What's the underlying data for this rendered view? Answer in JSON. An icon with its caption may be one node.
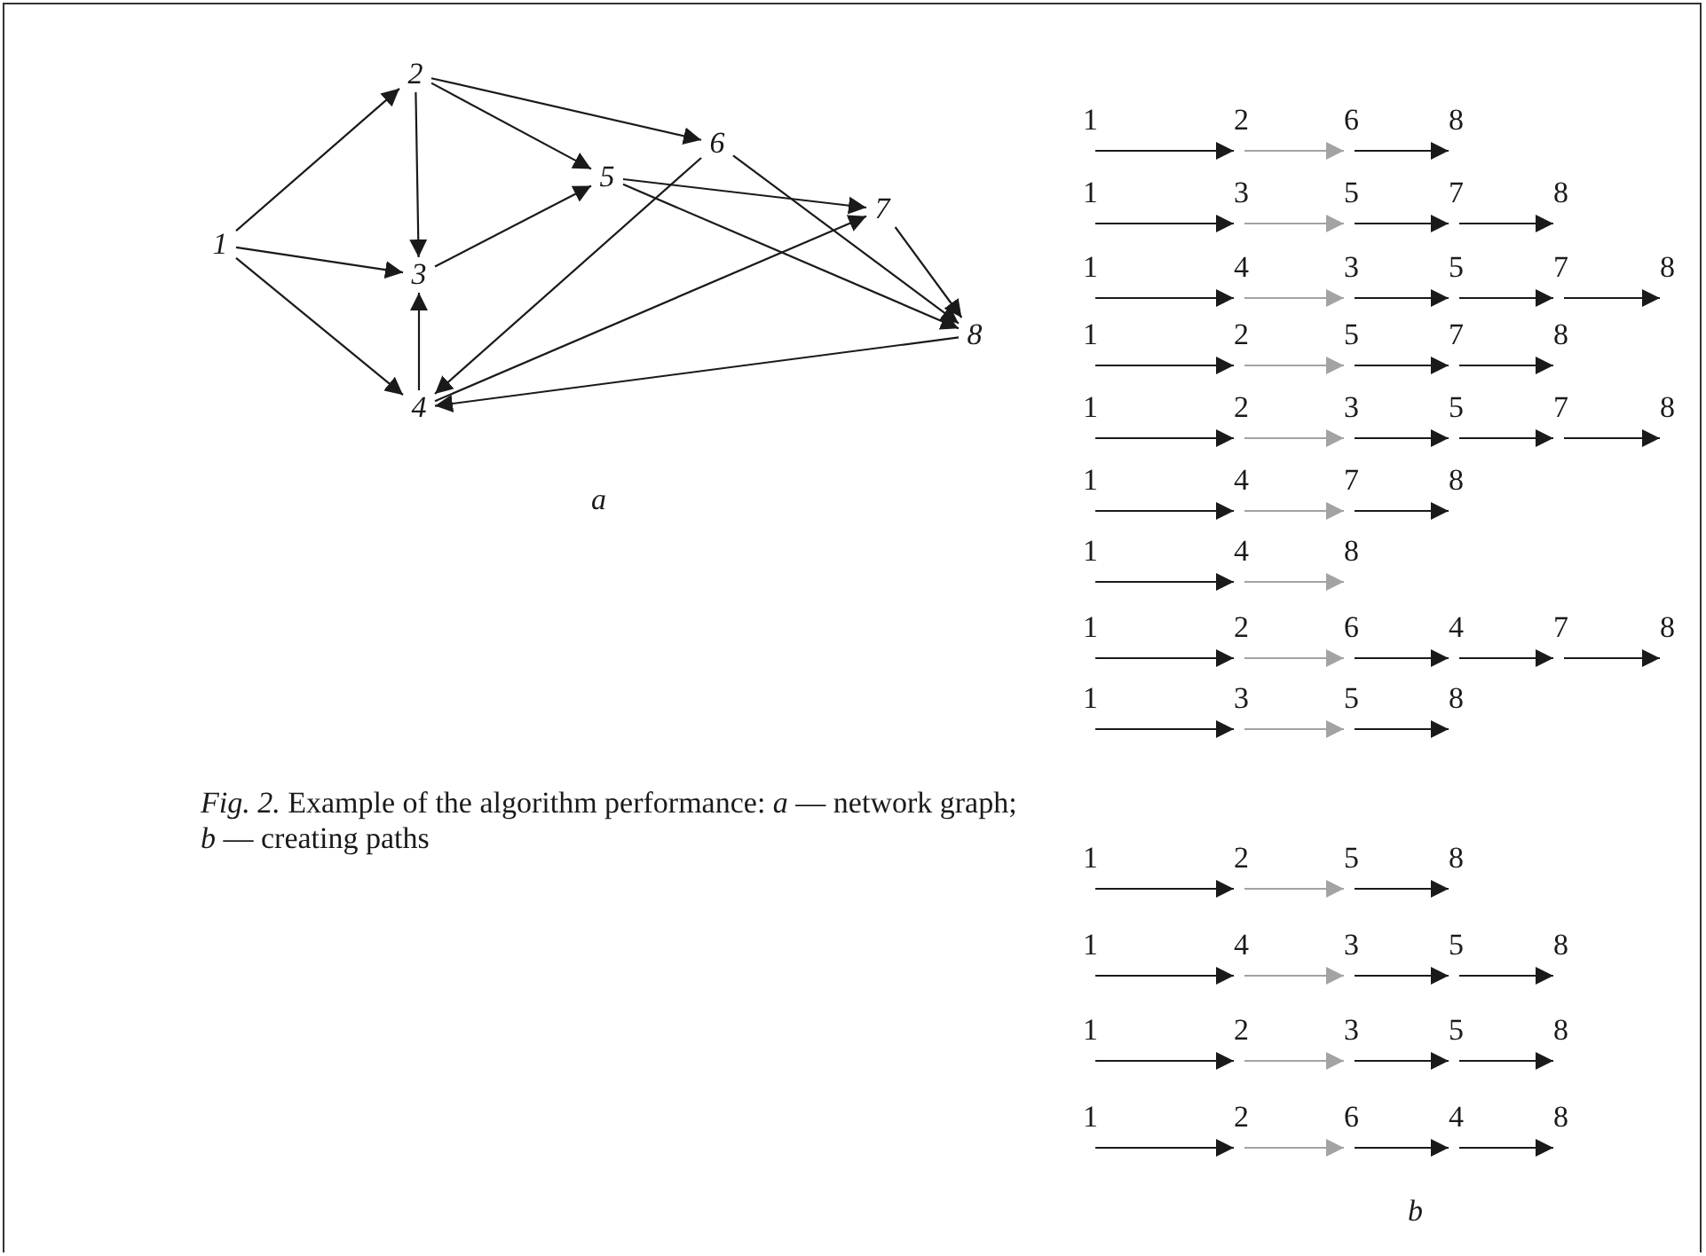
{
  "diagram": {
    "caption": "*Fig. 2.* Example of the algorithm performance: *a* — network graph; *b* — creating paths",
    "nodes": [
      {
        "text": [
          "1"
        ]
      },
      {
        "text": [
          "2"
        ]
      },
      {
        "text": [
          "3"
        ]
      },
      {
        "text": [
          "4"
        ]
      },
      {
        "text": [
          "5"
        ]
      },
      {
        "text": [
          "6"
        ]
      },
      {
        "text": [
          "7"
        ]
      },
      {
        "text": [
          "8"
        ]
      },
      {
        "text": [
          "1"
        ]
      },
      {
        "text": [
          "2"
        ]
      },
      {
        "text": [
          "6"
        ]
      },
      {
        "text": [
          "8"
        ]
      },
      {
        "text": [
          "1"
        ]
      },
      {
        "text": [
          "3"
        ]
      },
      {
        "text": [
          "5"
        ]
      },
      {
        "text": [
          "7"
        ]
      },
      {
        "text": [
          "8"
        ]
      },
      {
        "text": [
          "1"
        ]
      },
      {
        "text": [
          "4"
        ]
      },
      {
        "text": [
          "3"
        ]
      },
      {
        "text": [
          "5"
        ]
      },
      {
        "text": [
          "7"
        ]
      },
      {
        "text": [
          "8"
        ]
      },
      {
        "text": [
          "1"
        ]
      },
      {
        "text": [
          "2"
        ]
      },
      {
        "text": [
          "5"
        ]
      },
      {
        "text": [
          "7"
        ]
      },
      {
        "text": [
          "8"
        ]
      },
      {
        "text": [
          "1"
        ]
      },
      {
        "text": [
          "2"
        ]
      },
      {
        "text": [
          "3"
        ]
      },
      {
        "text": [
          "5"
        ]
      },
      {
        "text": [
          "7"
        ]
      },
      {
        "text": [
          "8"
        ]
      },
      {
        "text": [
          "1"
        ]
      },
      {
        "text": [
          "4"
        ]
      },
      {
        "text": [
          "7"
        ]
      },
      {
        "text": [
          "8"
        ]
      },
      {
        "text": [
          "1"
        ]
      },
      {
        "text": [
          "4"
        ]
      },
      {
        "text": [
          "8"
        ]
      },
      {
        "text": [
          "1"
        ]
      },
      {
        "text": [
          "2"
        ]
      },
      {
        "text": [
          "6"
        ]
      },
      {
        "text": [
          "4"
        ]
      },
      {
        "text": [
          "7"
        ]
      },
      {
        "text": [
          "8"
        ]
      },
      {
        "text": [
          "1"
        ]
      },
      {
        "text": [
          "3"
        ]
      },
      {
        "text": [
          "5"
        ]
      },
      {
        "text": [
          "8"
        ]
      },
      {
        "text": [
          "1"
        ]
      },
      {
        "text": [
          "2"
        ]
      },
      {
        "text": [
          "5"
        ]
      },
      {
        "text": [
          "8"
        ]
      },
      {
        "text": [
          "1"
        ]
      },
      {
        "text": [
          "4"
        ]
      },
      {
        "text": [
          "3"
        ]
      },
      {
        "text": [
          "5"
        ]
      },
      {
        "text": [
          "8"
        ]
      },
      {
        "text": [
          "1"
        ]
      },
      {
        "text": [
          "2"
        ]
      },
      {
        "text": [
          "3"
        ]
      },
      {
        "text": [
          "5"
        ]
      },
      {
        "text": [
          "8"
        ]
      },
      {
        "text": [
          "1"
        ]
      },
      {
        "text": [
          "2"
        ]
      },
      {
        "text": [
          "6"
        ]
      },
      {
        "text": [
          "4"
        ]
      },
      {
        "text": [
          "8"
        ]
      }
    ],
    "edges": [
      {
        "from": 0,
        "to": 1,
        "arrow": "to"
      },
      {
        "from": 0,
        "to": 2,
        "arrow": "to"
      },
      {
        "from": 0,
        "to": 3,
        "arrow": "to"
      },
      {
        "from": 1,
        "to": 2,
        "arrow": "to"
      },
      {
        "from": 1,
        "to": 5,
        "arrow": "to"
      },
      {
        "from": 1,
        "to": 4,
        "arrow": "to"
      },
      {
        "from": 2,
        "to": 4,
        "arrow": "to"
      },
      {
        "from": 3,
        "to": 2,
        "arrow": "to"
      },
      {
        "from": 4,
        "to": 6,
        "arrow": "to"
      },
      {
        "from": 4,
        "to": 7,
        "arrow": "to"
      },
      {
        "from": 5,
        "to": 3,
        "arrow": "to"
      },
      {
        "from": 5,
        "to": 7,
        "arrow": "to"
      },
      {
        "from": 3,
        "to": 6,
        "arrow": "to"
      },
      {
        "from": 6,
        "to": 7,
        "arrow": "to"
      },
      {
        "from": 7,
        "to": 3,
        "arrow": "to"
      },
      {
        "from": 8,
        "to": 9,
        "arrow": "to"
      },
      {
        "from": 9,
        "to": 10,
        "arrow": "to",
        "color": "#a3a3a3"
      },
      {
        "from": 10,
        "to": 11,
        "arrow": "to"
      },
      {
        "from": 12,
        "to": 13,
        "arrow": "to"
      },
      {
        "from": 13,
        "to": 14,
        "arrow": "to",
        "color": "#a3a3a3"
      },
      {
        "from": 14,
        "to": 15,
        "arrow": "to"
      },
      {
        "from": 15,
        "to": 16,
        "arrow": "to"
      },
      {
        "from": 17,
        "to": 18,
        "arrow": "to"
      },
      {
        "from": 18,
        "to": 19,
        "arrow": "to",
        "color": "#a3a3a3"
      },
      {
        "from": 19,
        "to": 20,
        "arrow": "to"
      },
      {
        "from": 20,
        "to": 21,
        "arrow": "to"
      },
      {
        "from": 21,
        "to": 22,
        "arrow": "to"
      },
      {
        "from": 23,
        "to": 24,
        "arrow": "to"
      },
      {
        "from": 24,
        "to": 25,
        "arrow": "to",
        "color": "#a3a3a3"
      },
      {
        "from": 25,
        "to": 26,
        "arrow": "to"
      },
      {
        "from": 26,
        "to": 27,
        "arrow": "to"
      },
      {
        "from": 28,
        "to": 29,
        "arrow": "to"
      },
      {
        "from": 29,
        "to": 30,
        "arrow": "to",
        "color": "#a3a3a3"
      },
      {
        "from": 30,
        "to": 31,
        "arrow": "to"
      },
      {
        "from": 31,
        "to": 32,
        "arrow": "to"
      },
      {
        "from": 32,
        "to": 33,
        "arrow": "to"
      },
      {
        "from": 34,
        "to": 35,
        "arrow": "to"
      },
      {
        "from": 35,
        "to": 36,
        "arrow": "to",
        "color": "#a3a3a3"
      },
      {
        "from": 36,
        "to": 37,
        "arrow": "to"
      },
      {
        "from": 38,
        "to": 39,
        "arrow": "to"
      },
      {
        "from": 39,
        "to": 40,
        "arrow": "to",
        "color": "#a3a3a3"
      },
      {
        "from": 41,
        "to": 42,
        "arrow": "to"
      },
      {
        "from": 42,
        "to": 43,
        "arrow": "to",
        "color": "#a3a3a3"
      },
      {
        "from": 43,
        "to": 44,
        "arrow": "to"
      },
      {
        "from": 44,
        "to": 45,
        "arrow": "to"
      },
      {
        "from": 45,
        "to": 46,
        "arrow": "to"
      },
      {
        "from": 47,
        "to": 48,
        "arrow": "to"
      },
      {
        "from": 48,
        "to": 49,
        "arrow": "to",
        "color": "#a3a3a3"
      },
      {
        "from": 49,
        "to": 50,
        "arrow": "to"
      },
      {
        "from": 51,
        "to": 52,
        "arrow": "to"
      },
      {
        "from": 52,
        "to": 53,
        "arrow": "to",
        "color": "#a3a3a3"
      },
      {
        "from": 53,
        "to": 54,
        "arrow": "to"
      },
      {
        "from": 55,
        "to": 56,
        "arrow": "to"
      },
      {
        "from": 56,
        "to": 57,
        "arrow": "to",
        "color": "#a3a3a3"
      },
      {
        "from": 57,
        "to": 58,
        "arrow": "to"
      },
      {
        "from": 58,
        "to": 59,
        "arrow": "to"
      },
      {
        "from": 60,
        "to": 61,
        "arrow": "to"
      },
      {
        "from": 61,
        "to": 62,
        "arrow": "to",
        "color": "#a3a3a3"
      },
      {
        "from": 62,
        "to": 63,
        "arrow": "to"
      },
      {
        "from": 63,
        "to": 64,
        "arrow": "to"
      },
      {
        "from": 65,
        "to": 66,
        "arrow": "to"
      },
      {
        "from": 66,
        "to": 67,
        "arrow": "to",
        "color": "#a3a3a3"
      },
      {
        "from": 67,
        "to": 68,
        "arrow": "to"
      },
      {
        "from": 68,
        "to": 69,
        "arrow": "to"
      }
    ],
    "labels": [
      "a",
      "b"
    ]
  }
}
